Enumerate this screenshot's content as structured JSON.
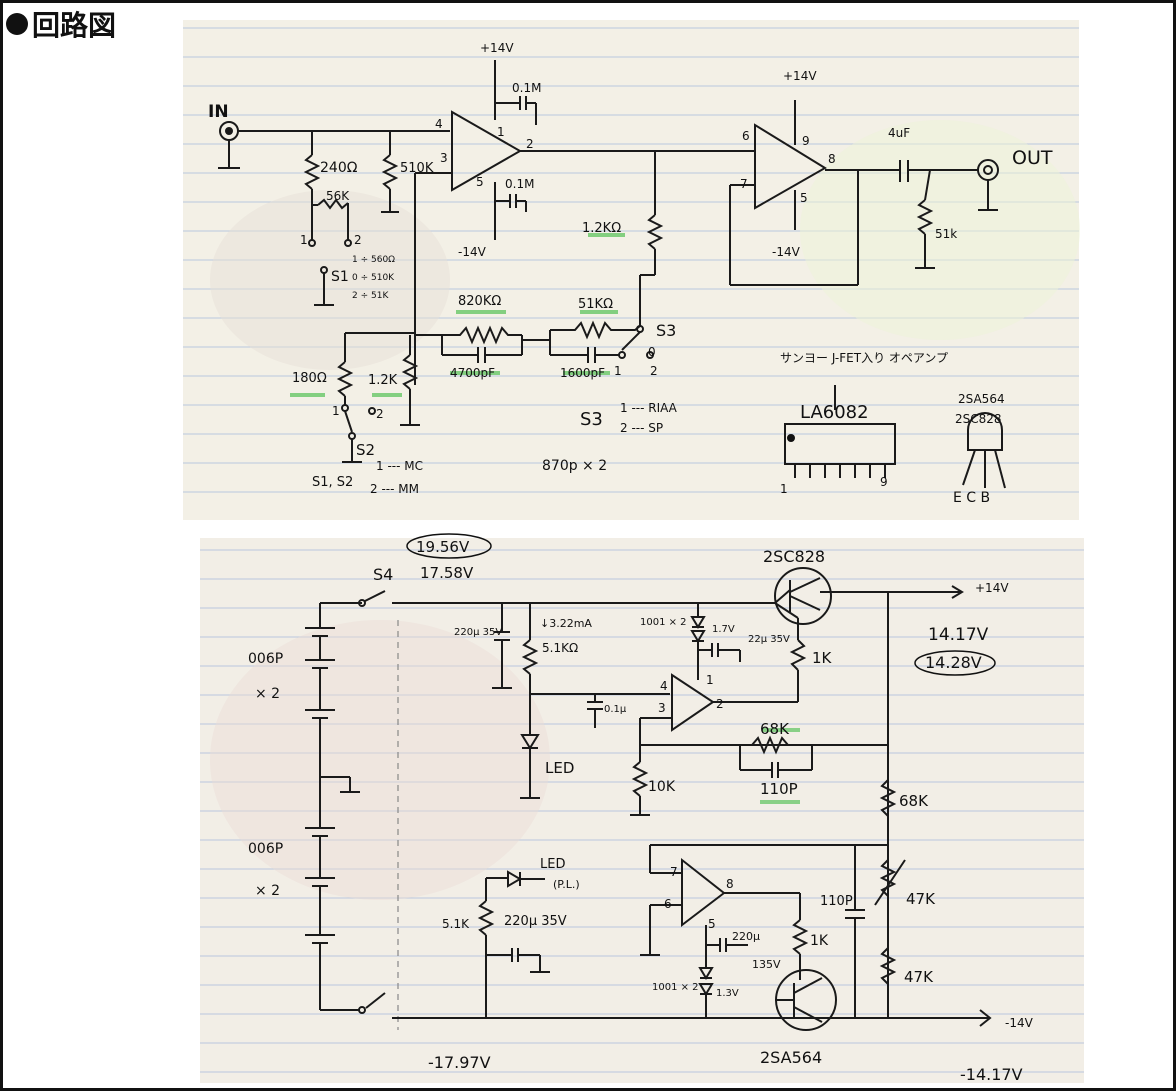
{
  "heading": "回路図",
  "top": {
    "in": "IN",
    "out": "OUT",
    "plus14_a": "+14V",
    "minus14_a": "-14V",
    "plus14_b": "+14V",
    "minus14_b": "-14V",
    "c01a": "0.1M",
    "c01b": "0.1M",
    "r240": "240Ω",
    "r56k": "56K",
    "r510k": "510K",
    "s1": "S1",
    "s1_opts": [
      "1 ÷ 560Ω",
      "0 ÷ 510K",
      "2 ÷ 51K"
    ],
    "r12k": "1.2KΩ",
    "r820k": "820KΩ",
    "r51k_nf": "51KΩ",
    "c4700": "4700pF",
    "c1600": "1600pF",
    "s3": "S3",
    "s3_opts": [
      "1 --- RIAA",
      "2 --- SP"
    ],
    "c870": "870p × 2",
    "r180": "180Ω",
    "r12k_b": "1.2K",
    "s2": "S2",
    "s2_opts": [
      "1 --- MC",
      "2 --- MM"
    ],
    "s1s2": "S1, S2",
    "cap4u": "4uF",
    "r51k_out": "51k",
    "sanyo": "サンヨー  J-FET入り オペアンプ",
    "ic": "LA6082",
    "ic_pins": [
      "1",
      "9"
    ],
    "tr": [
      "2SA564",
      "2SC828"
    ],
    "ecb": "E C B",
    "pins": [
      "4",
      "3",
      "1",
      "2",
      "5",
      "6",
      "7",
      "8",
      "9",
      "5"
    ]
  },
  "bottom": {
    "v1956": "19.56V",
    "v1758": "17.58V",
    "s4": "S4",
    "tr_top": "2SC828",
    "plus14": "+14V",
    "v1417": "14.17V",
    "v1428": "14.28V",
    "b006p_1": "006P",
    "x2_1": "× 2",
    "b006p_2": "006P",
    "x2_2": "× 2",
    "c220_35": "220μ 35V",
    "r51k": "5.1KΩ",
    "led_i": "↓3.22mA",
    "d1001": "1001 × 2",
    "d17": "1.7V",
    "c22": "22μ 35V",
    "c01": "0.1μ",
    "r1k_a": "1K",
    "led1": "LED",
    "r10k": "10K",
    "r68k_a": "68K",
    "c110": "110P",
    "r68k_b": "68K",
    "r47k_a": "47K",
    "r47k_b": "47K",
    "led2": "LED",
    "pl": "(P.L.)",
    "r51k_b": "5.1K",
    "c220_35b": "220μ 35V",
    "c110b": "110P",
    "c220b": "220μ",
    "v135": "135V",
    "d1001b": "1001 × 2",
    "d13": "1.3V",
    "r1k_b": "1K",
    "tr_bot": "2SA564",
    "minus14": "-14V",
    "v1797": "-17.97V",
    "vneg1417": "-14.17V",
    "pins": [
      "4",
      "3",
      "2",
      "1",
      "7",
      "6",
      "5",
      "8"
    ]
  }
}
